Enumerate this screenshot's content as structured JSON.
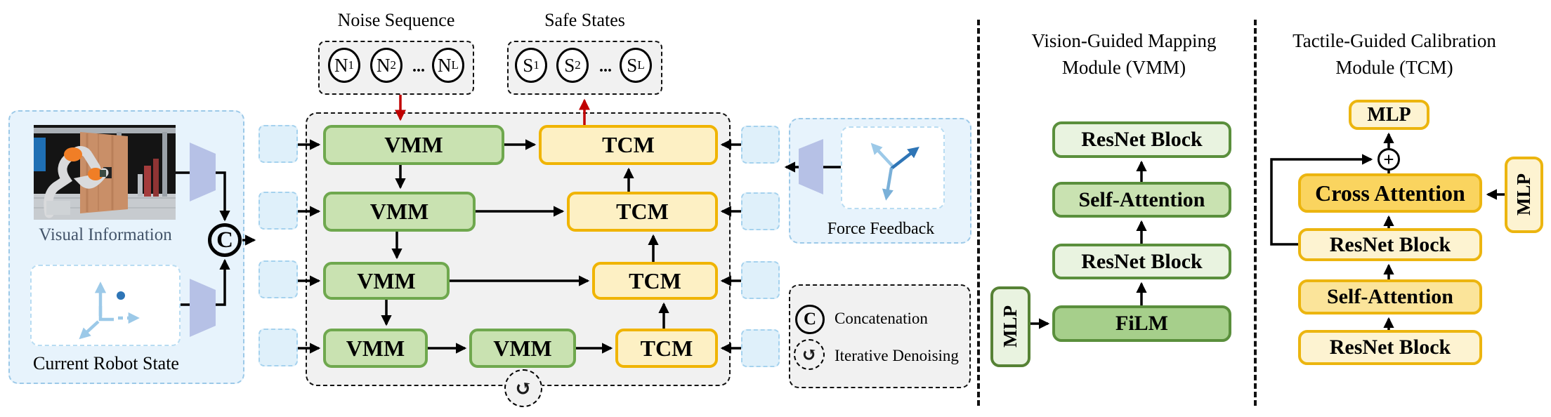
{
  "figure": {
    "description_left_flow": "diffusion-policy pipeline with stacked VMM and TCM blocks",
    "main": {
      "vmm_label": "VMM",
      "tcm_label": "TCM"
    },
    "concat_symbol": "C",
    "plus_symbol": "+",
    "denoise_symbol": "↺"
  },
  "noise_sequence": {
    "title": "Noise Sequence",
    "c1": {
      "base": "N",
      "sub": "1"
    },
    "c2": {
      "base": "N",
      "sub": "2"
    },
    "ellipsis": "...",
    "cL": {
      "base": "N",
      "sub": "L"
    }
  },
  "safe_states": {
    "title": "Safe States",
    "c1": {
      "base": "S",
      "sub": "1"
    },
    "c2": {
      "base": "S",
      "sub": "2"
    },
    "ellipsis": "...",
    "cL": {
      "base": "S",
      "sub": "L"
    }
  },
  "left_panel": {
    "visual_label": "Visual Information",
    "state_label": "Current Robot State"
  },
  "force": {
    "label": "Force Feedback"
  },
  "legend": {
    "concat": "Concatenation",
    "denoise": "Iterative Denoising"
  },
  "vmm_panel": {
    "title1": "Vision-Guided Mapping",
    "title2": "Module (VMM)",
    "resnet_top": "ResNet Block",
    "self_attention": "Self-Attention",
    "resnet_mid": "ResNet Block",
    "film": "FiLM",
    "mlp": "MLP"
  },
  "tcm_panel": {
    "title1": "Tactile-Guided Calibration",
    "title2": "Module (TCM)",
    "mlp_top": "MLP",
    "cross_attention": "Cross Attention",
    "resnet_upper": "ResNet Block",
    "self_attention": "Self-Attention",
    "resnet_lower": "ResNet Block",
    "mlp_side": "MLP"
  },
  "colors": {
    "vmm_fill": "#c9e2b1",
    "vmm_border": "#6fa84e",
    "tcm_fill": "#fdf0c4",
    "tcm_border": "#f0b400",
    "film_fill": "#a6cf8b",
    "resnet_green_fill": "#e9f3e0",
    "cross_attention_fill": "#fad45f",
    "self_attention_yellow_fill": "#fbe49a",
    "resnet_yellow_fill": "#fdf3d1",
    "red_arrow": "#c00000",
    "blue_panel": "#e7f3fc",
    "encoder_trapezoid": "#b6c1e6",
    "state_axis_blue": "#9cc9e8",
    "force_axis_dark": "#2e75b6",
    "visual_label_color": "#43546a"
  }
}
